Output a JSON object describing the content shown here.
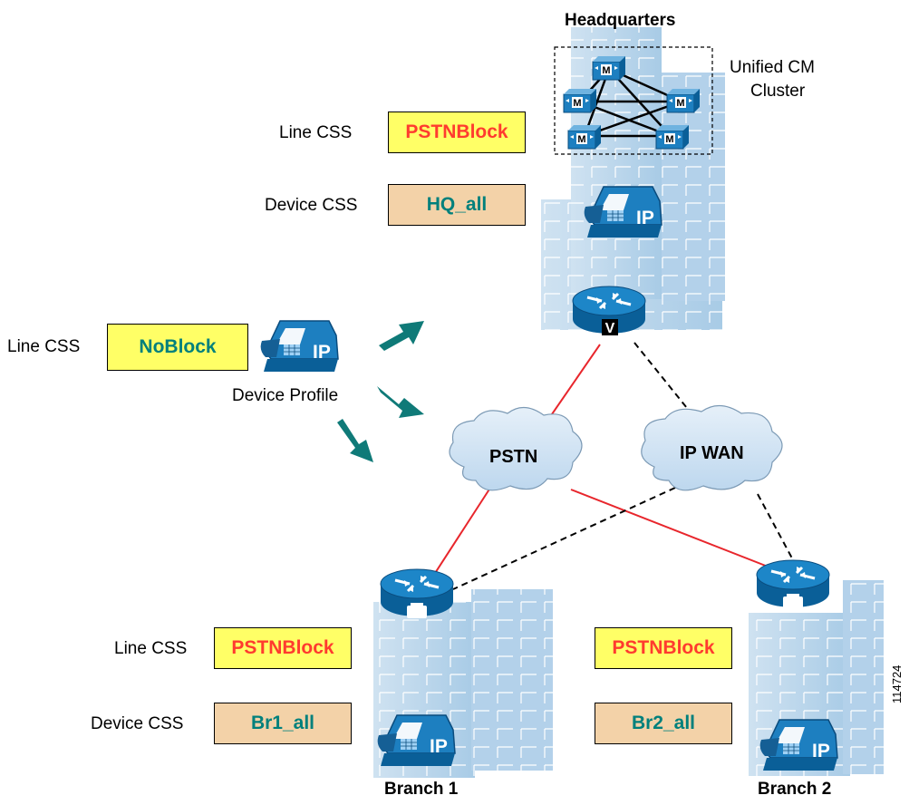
{
  "hq": {
    "title": "Headquarters",
    "cluster_label_line1": "Unified CM",
    "cluster_label_line2": "Cluster",
    "line_css_label": "Line CSS",
    "line_css_value": "PSTNBlock",
    "device_css_label": "Device CSS",
    "device_css_value": "HQ_all"
  },
  "roaming": {
    "line_css_label": "Line CSS",
    "line_css_value": "NoBlock",
    "device_profile_label": "Device Profile"
  },
  "clouds": {
    "pstn": "PSTN",
    "ipwan": "IP WAN"
  },
  "branch1": {
    "title": "Branch 1",
    "line_css_label": "Line CSS",
    "line_css_value": "PSTNBlock",
    "device_css_label": "Device CSS",
    "device_css_value": "Br1_all"
  },
  "branch2": {
    "title": "Branch 2",
    "line_css_value": "PSTNBlock",
    "device_css_value": "Br2_all"
  },
  "phone_text": "IP",
  "server_text": "M",
  "gateway_text": "V",
  "figure_id": "114724",
  "colors": {
    "building_light": "#bcd8ec",
    "building_mid": "#a3c7e3",
    "device_blue": "#1d7fc0",
    "device_dark": "#0a4c7e",
    "pstn_link": "#e8262c",
    "wan_link": "#000000",
    "arrow_teal": "#0f7a78",
    "cloud_fill": "#d5e6f4",
    "line_css_fill": "#ffff66",
    "device_css_fill": "#f3d2a8"
  }
}
